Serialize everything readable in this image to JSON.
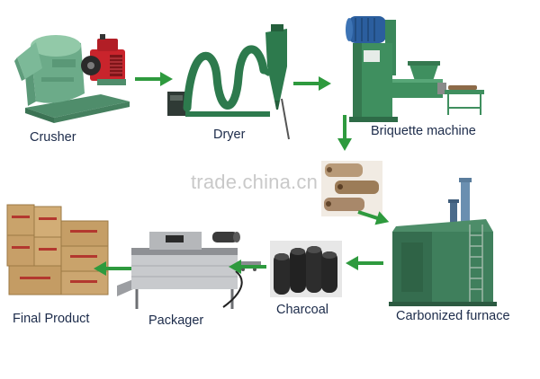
{
  "stages": {
    "crusher": {
      "label": "Crusher",
      "icon": "wood-crusher-image"
    },
    "dryer": {
      "label": "Dryer",
      "icon": "airflow-dryer-image"
    },
    "briquette_machine": {
      "label": "Briquette machine",
      "icon": "briquette-press-image"
    },
    "briquettes": {
      "icon": "briquette-sticks-image"
    },
    "carbonized_furnace": {
      "label": "Carbonized furnace",
      "icon": "carbonization-furnace-image"
    },
    "charcoal": {
      "label": "Charcoal",
      "icon": "charcoal-sticks-image"
    },
    "packager": {
      "label": "Packager",
      "icon": "shrink-wrap-packager-image"
    },
    "final_product": {
      "label": "Final Product",
      "icon": "carton-boxes-image"
    }
  },
  "watermark": "trade.china.cn",
  "colors": {
    "arrow": "#2e9a3e",
    "label": "#1c2b4a",
    "watermark": "#c9c9c9",
    "machine_green": "#3f8f5f",
    "engine_red": "#c9242c",
    "motor_blue": "#2b5e9e"
  }
}
